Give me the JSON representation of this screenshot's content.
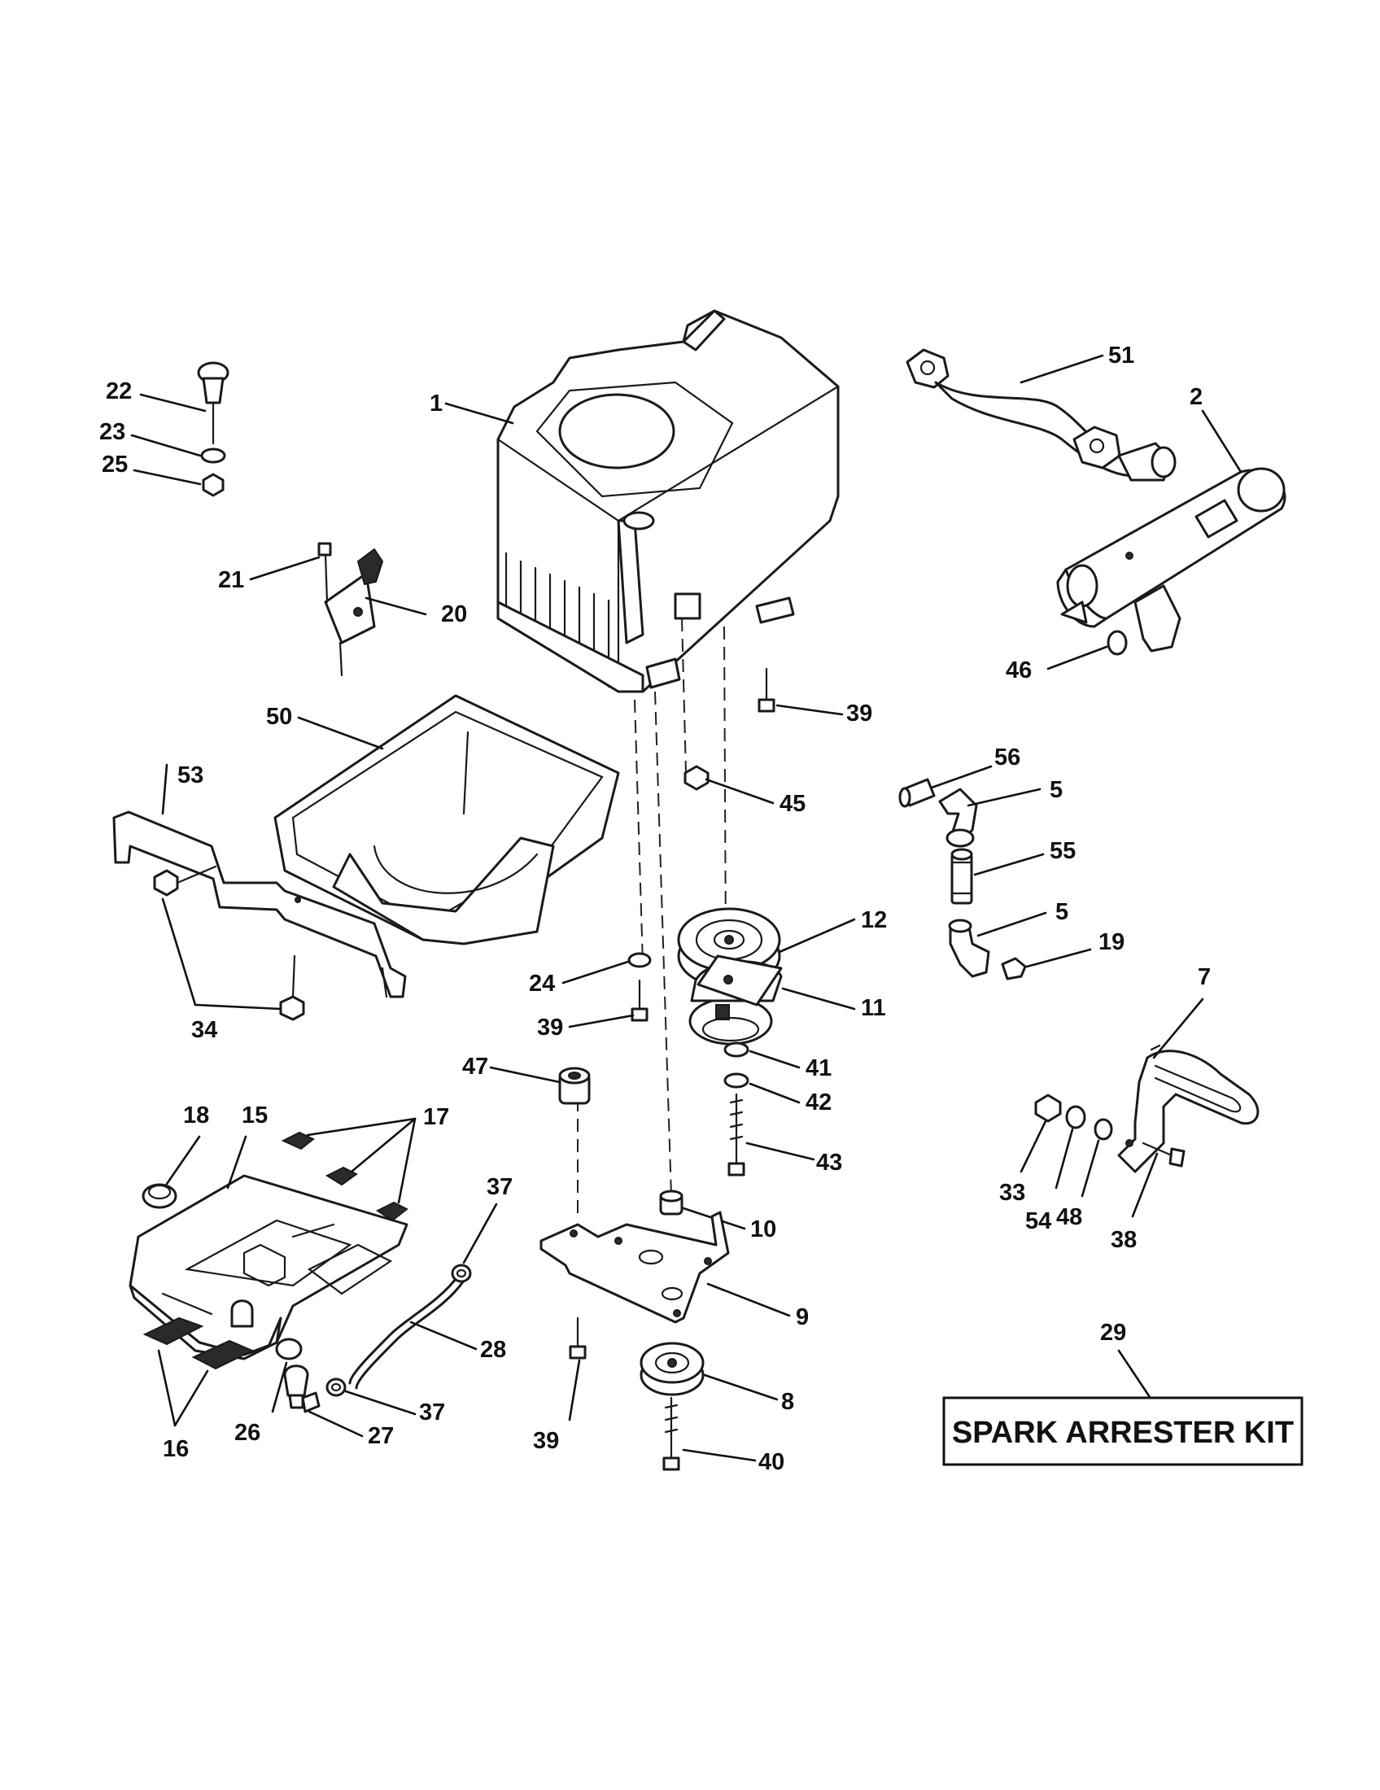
{
  "callouts": {
    "c1": "1",
    "c2": "2",
    "c5a": "5",
    "c5b": "5",
    "c7": "7",
    "c8": "8",
    "c9": "9",
    "c10": "10",
    "c11": "11",
    "c12": "12",
    "c15": "15",
    "c16": "16",
    "c17": "17",
    "c18": "18",
    "c19": "19",
    "c20": "20",
    "c21": "21",
    "c22": "22",
    "c23": "23",
    "c24": "24",
    "c25": "25",
    "c26": "26",
    "c27": "27",
    "c28": "28",
    "c29": "29",
    "c33": "33",
    "c34": "34",
    "c37a": "37",
    "c37b": "37",
    "c38": "38",
    "c39a": "39",
    "c39b": "39",
    "c39c": "39",
    "c40": "40",
    "c41": "41",
    "c42": "42",
    "c43": "43",
    "c45": "45",
    "c46": "46",
    "c47": "47",
    "c48": "48",
    "c50": "50",
    "c51": "51",
    "c53": "53",
    "c54": "54",
    "c55": "55",
    "c56": "56"
  },
  "kit_label": "SPARK ARRESTER KIT"
}
